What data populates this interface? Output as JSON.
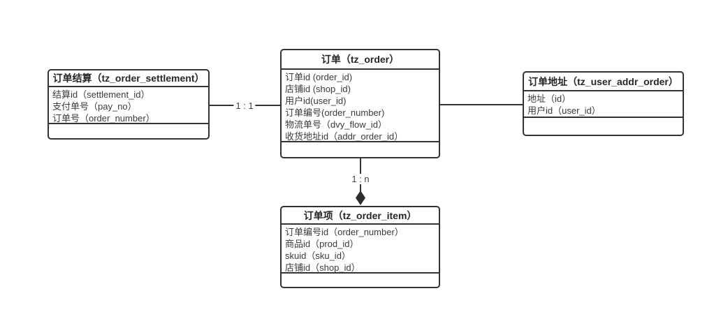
{
  "diagram": {
    "colors": {
      "line": "#333333",
      "text": "#3a3a3a",
      "background": "#ffffff"
    },
    "entities": {
      "settlement": {
        "title": "订单结算（tz_order_settlement）",
        "fields": [
          "结算id（settlement_id）",
          "支付单号（pay_no）",
          "订单号（order_number）"
        ]
      },
      "order": {
        "title": "订单（tz_order）",
        "fields": [
          "订单id (order_id)",
          "店铺id (shop_id)",
          "用户id(user_id)",
          "订单编号(order_number)",
          "物流单号（dvy_flow_id）",
          "收货地址id（addr_order_id）"
        ]
      },
      "addr": {
        "title": "订单地址（tz_user_addr_order）",
        "fields": [
          "地址（id）",
          "用户id（user_id）"
        ]
      },
      "item": {
        "title": "订单项（tz_order_item）",
        "fields": [
          "订单编号id（order_number）",
          "商品id（prod_id）",
          "skuid（sku_id）",
          "店铺id（shop_id）"
        ]
      }
    },
    "connectors": [
      {
        "from": "settlement",
        "to": "order",
        "label": "1 : 1",
        "type": "association"
      },
      {
        "from": "order",
        "to": "addr",
        "label": "",
        "type": "association"
      },
      {
        "from": "order",
        "to": "item",
        "label": "1 : n",
        "type": "composition"
      }
    ]
  }
}
